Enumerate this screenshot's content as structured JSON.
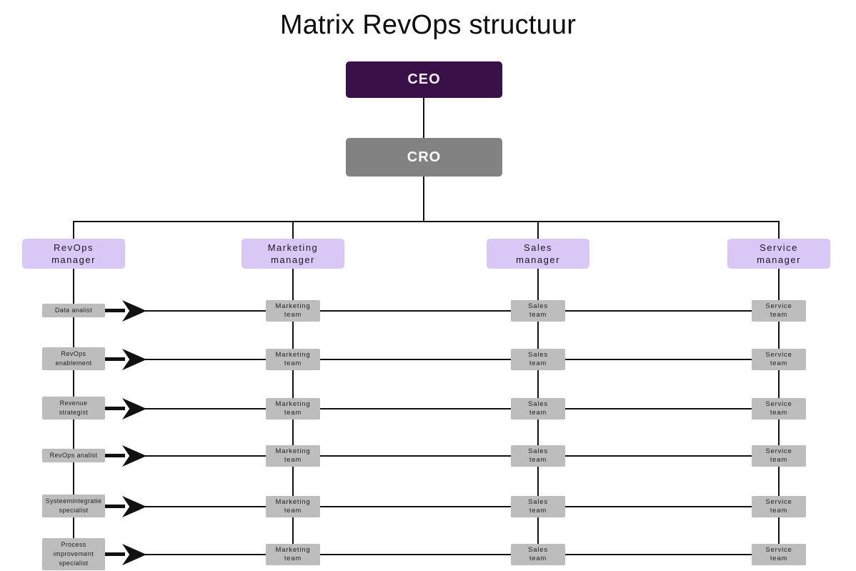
{
  "title": "Matrix RevOps structuur",
  "colors": {
    "background": "#ffffff",
    "ceo_bg": "#3a1048",
    "cro_bg": "#828282",
    "manager_bg": "#d9c7f6",
    "team_bg": "#bdbdbd",
    "line": "#111111",
    "text_light": "#ffffff",
    "text_dark": "#1f1f1f"
  },
  "top": {
    "ceo": "CEO",
    "cro": "CRO"
  },
  "managers": [
    {
      "label": "RevOps\nmanager"
    },
    {
      "label": "Marketing\nmanager"
    },
    {
      "label": "Sales\nmanager"
    },
    {
      "label": "Service\nmanager"
    }
  ],
  "rows": [
    {
      "role": "Data analist",
      "teams": [
        "Marketing\nteam",
        "Sales\nteam",
        "Service\nteam"
      ]
    },
    {
      "role": "RevOps\nenablement",
      "teams": [
        "Marketing\nteam",
        "Sales\nteam",
        "Service\nteam"
      ]
    },
    {
      "role": "Revenue\nstrategist",
      "teams": [
        "Marketing\nteam",
        "Sales\nteam",
        "Service\nteam"
      ]
    },
    {
      "role": "RevOps analist",
      "teams": [
        "Marketing\nteam",
        "Sales\nteam",
        "Service\nteam"
      ]
    },
    {
      "role": "Systeemintegratie\nspecialist",
      "teams": [
        "Marketing\nteam",
        "Sales\nteam",
        "Service\nteam"
      ]
    },
    {
      "role": "Process\nimprovement\nspecialist",
      "teams": [
        "Marketing\nteam",
        "Sales\nteam",
        "Service\nteam"
      ]
    }
  ]
}
